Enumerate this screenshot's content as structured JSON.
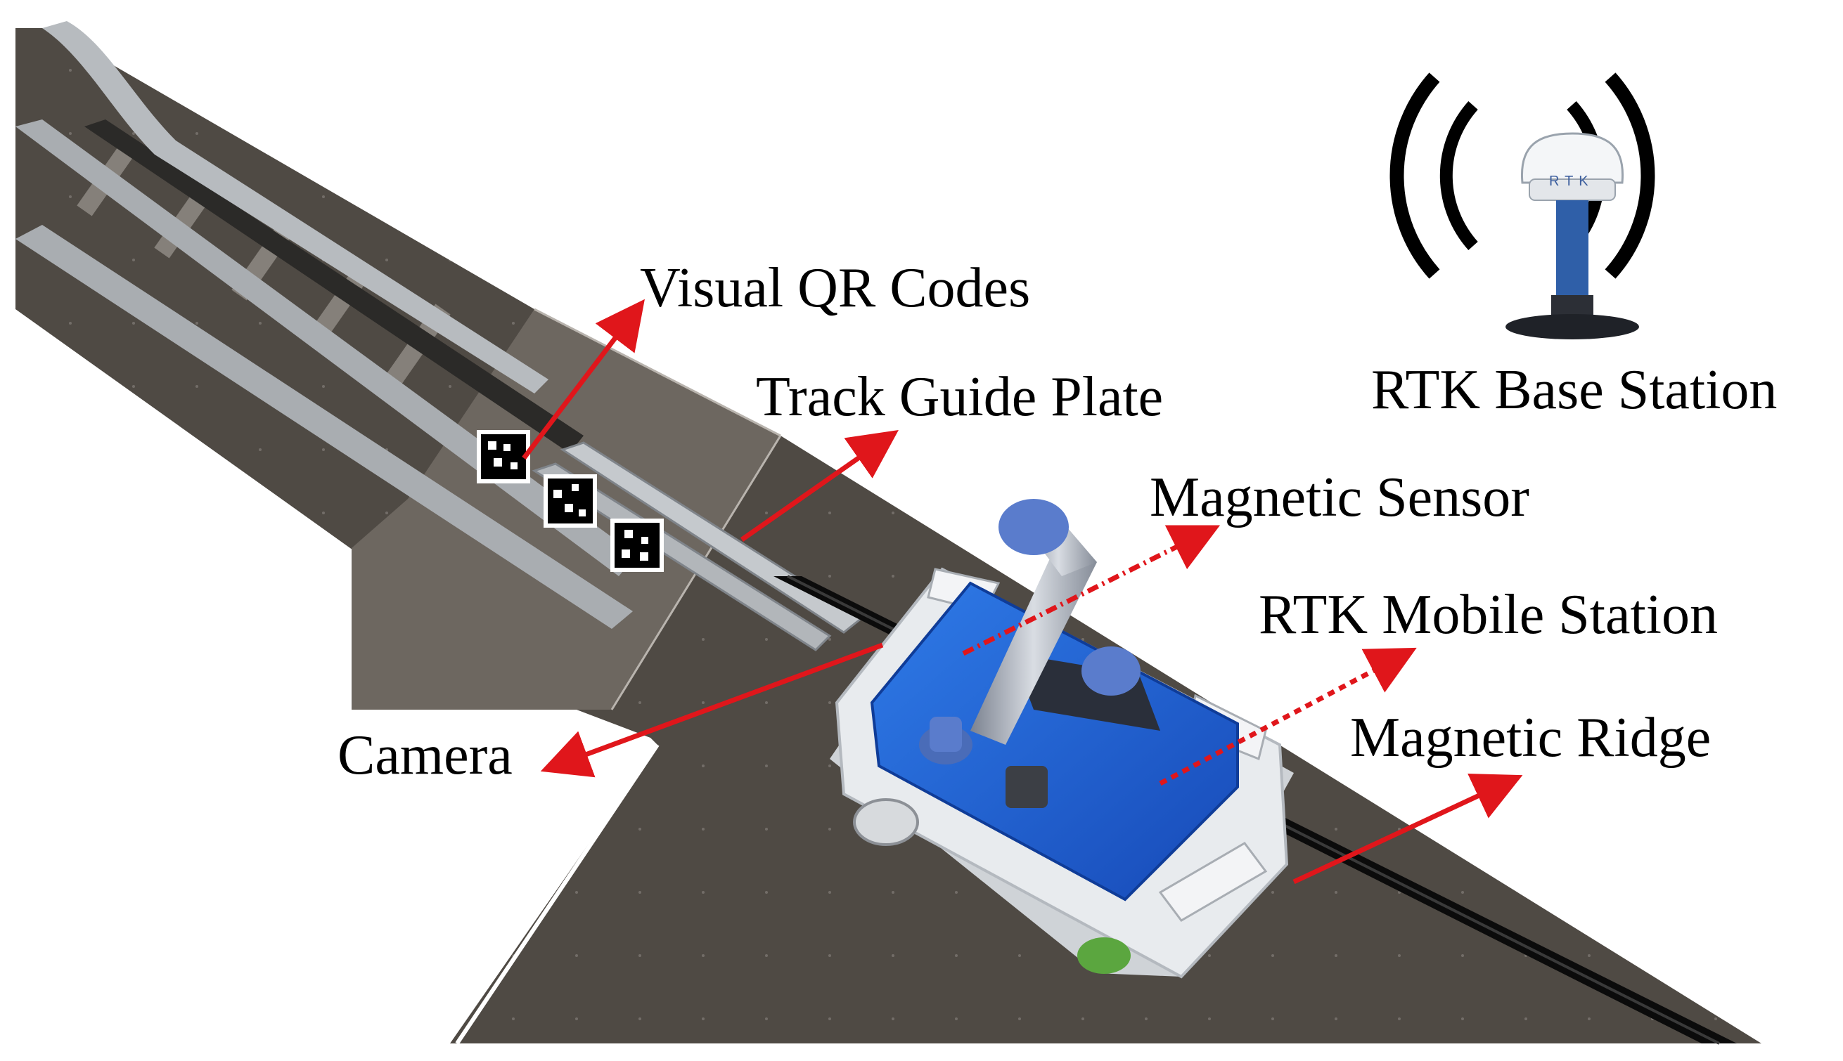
{
  "labels": {
    "visual_qr_codes": "Visual QR Codes",
    "track_guide_plate": "Track Guide Plate",
    "magnetic_sensor": "Magnetic Sensor",
    "rtk_mobile_station": "RTK Mobile Station",
    "magnetic_ridge": "Magnetic Ridge",
    "camera": "Camera",
    "rtk_base_station": "RTK Base Station",
    "rtk_dome_text": "RTK"
  },
  "colors": {
    "arrow": "#e0161b",
    "floor": "#4f4a44",
    "rail": "#a9adb1",
    "robot_blue": "#1f5fd1",
    "robot_body": "#e8ebee"
  },
  "icons": {
    "antenna": "broadcast-antenna-icon",
    "qr": "qr-marker-icon"
  }
}
